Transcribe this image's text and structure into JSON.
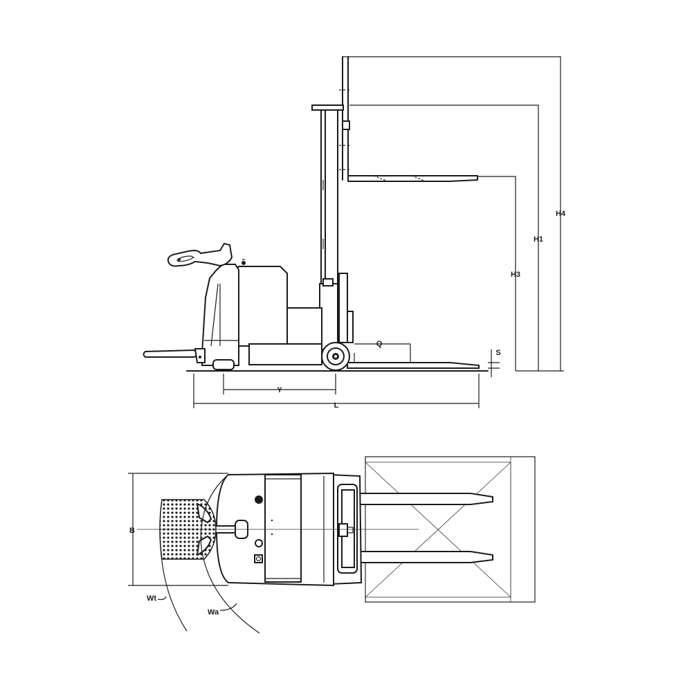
{
  "dimension_labels": {
    "H4": "H4",
    "H1": "H1",
    "H3": "H3",
    "S": "S",
    "Q": "Q",
    "Y": "Y",
    "L": "L",
    "B": "B",
    "Wt": "Wt",
    "Wa": "Wa"
  }
}
